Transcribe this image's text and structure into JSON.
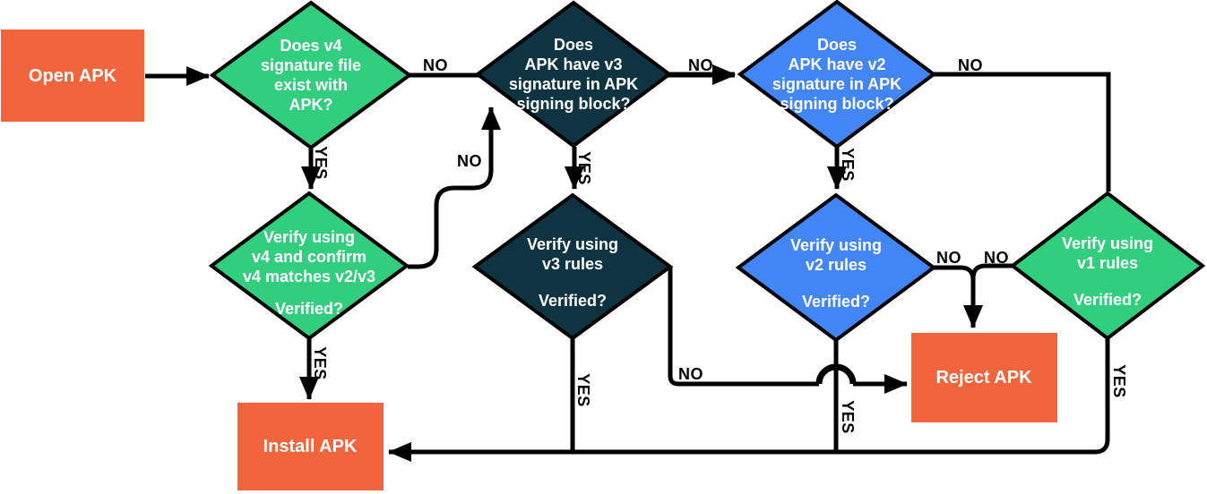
{
  "diagram": {
    "type": "flowchart",
    "subject": "APK signature verification process"
  },
  "colors": {
    "orange": "#F2653C",
    "green": "#31CE7E",
    "navy": "#0E3341",
    "blue": "#4285F4",
    "line": "#000000",
    "text_light": "#FFFFFF",
    "text_dark": "#000000"
  },
  "nodes": {
    "open_apk": {
      "label": "Open APK"
    },
    "v4_exists": {
      "lines": [
        "Does v4",
        "signature file",
        "exist with",
        "APK?"
      ]
    },
    "v3_sig": {
      "lines": [
        "Does",
        "APK have v3",
        "signature in APK",
        "signing block?"
      ]
    },
    "v2_sig": {
      "lines": [
        "Does",
        "APK have v2",
        "signature in APK",
        "signing block?"
      ]
    },
    "verify_v4": {
      "lines": [
        "Verify using",
        "v4 and confirm",
        "v4 matches v2/v3"
      ],
      "question": "Verified?"
    },
    "verify_v3": {
      "lines": [
        "Verify using",
        "v3 rules"
      ],
      "question": "Verified?"
    },
    "verify_v2": {
      "lines": [
        "Verify using",
        "v2 rules"
      ],
      "question": "Verified?"
    },
    "verify_v1": {
      "lines": [
        "Verify using",
        "v1 rules"
      ],
      "question": "Verified?"
    },
    "reject_apk": {
      "label": "Reject APK"
    },
    "install_apk": {
      "label": "Install APK"
    }
  },
  "edges": {
    "v4_exists_no": "NO",
    "v4_exists_yes": "YES",
    "v3_sig_no": "NO",
    "v3_sig_yes": "YES",
    "v2_sig_no": "NO",
    "v2_sig_yes": "YES",
    "verify_v4_no": "NO",
    "verify_v4_yes": "YES",
    "verify_v3_no": "NO",
    "verify_v3_yes": "YES",
    "verify_v2_no": "NO",
    "verify_v2_yes": "YES",
    "verify_v1_no": "NO",
    "verify_v1_yes": "YES"
  }
}
